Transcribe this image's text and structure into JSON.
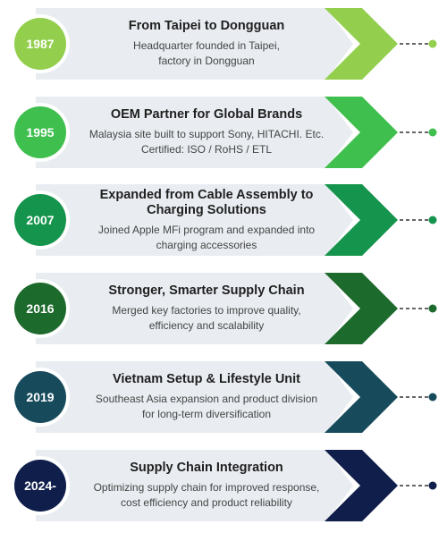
{
  "milestones": [
    {
      "year": "1987",
      "title": "From Taipei to Dongguan",
      "lines": [
        "Headquarter founded in Taipei,",
        "factory in Dongguan"
      ],
      "color": "#93cf4d"
    },
    {
      "year": "1995",
      "title": "OEM Partner for Global Brands",
      "lines": [
        "Malaysia site built to support Sony, HITACHI. Etc.",
        "Certified: ISO / RoHS / ETL"
      ],
      "color": "#3fbf4e"
    },
    {
      "year": "2007",
      "title": "Expanded from Cable Assembly to Charging Solutions",
      "lines": [
        "Joined Apple MFi program and expanded into",
        "charging accessories"
      ],
      "color": "#14944c"
    },
    {
      "year": "2016",
      "title": "Stronger, Smarter Supply Chain",
      "lines": [
        "Merged key factories to improve quality,",
        "efficiency and scalability"
      ],
      "color": "#1d6a2d"
    },
    {
      "year": "2019",
      "title": "Vietnam Setup & Lifestyle Unit",
      "lines": [
        "Southeast Asia expansion and product division",
        "for long-term diversification"
      ],
      "color": "#174b5c"
    },
    {
      "year": "2024-",
      "title": "Supply Chain Integration",
      "lines": [
        "Optimizing supply chain for improved response,",
        "cost efficiency and product reliability"
      ],
      "color": "#0f1e4b"
    }
  ],
  "colors": {
    "card_background": "#e9edf1",
    "connector_line": "#333333"
  }
}
